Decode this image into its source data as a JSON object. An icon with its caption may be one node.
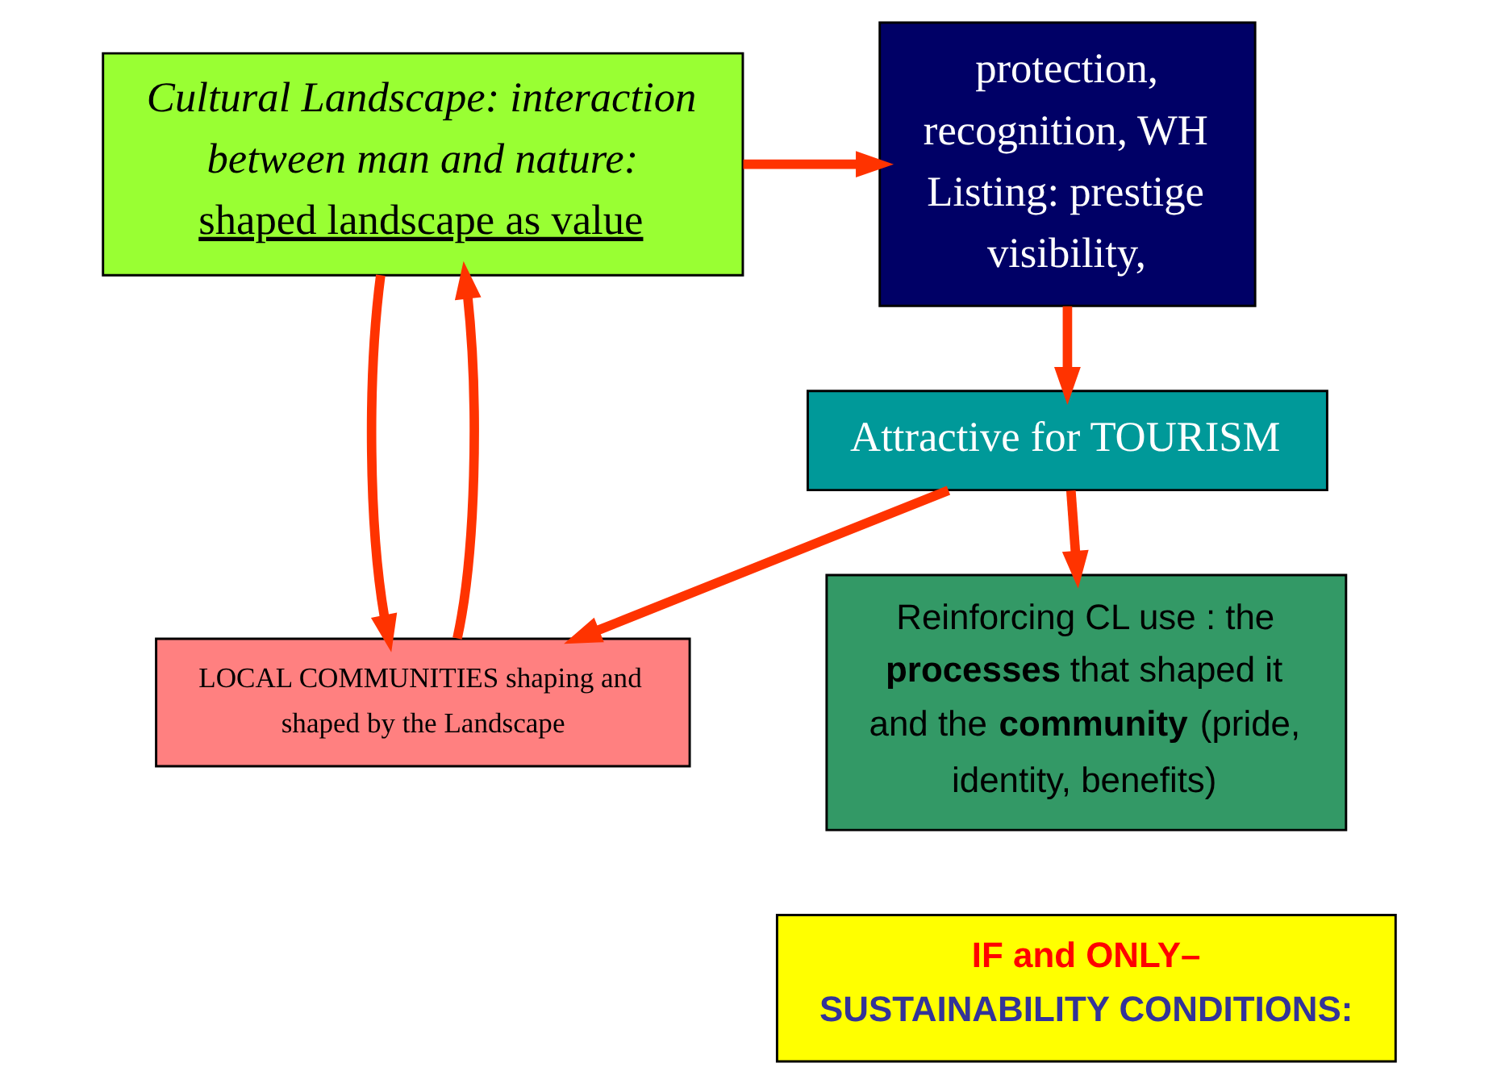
{
  "diagram": {
    "nodes": [
      {
        "text": [
          "Cultural Landscape: interaction between man and nature:",
          "shaped landscape as value"
        ]
      },
      {
        "text": [
          "protection, recognition, WH Listing: prestige visibility,"
        ]
      },
      {
        "text": [
          "LOCAL COMMUNITIES shaping and shaped by the Landscape"
        ]
      },
      {
        "text": [
          "Attractive for TOURISM"
        ]
      },
      {
        "text": [
          "Reinforcing CL use : the **processes** that shaped it and the **community** (pride, identity, benefits)"
        ]
      },
      {
        "text": [
          "IF and ONLY–",
          "SUSTAINABILITY CONDITIONS:"
        ]
      }
    ],
    "edges": [
      {
        "from": 0,
        "to": 1,
        "arrow": "to"
      },
      {
        "from": 2,
        "to": 0,
        "arrow": "to"
      },
      {
        "from": 0,
        "to": 2,
        "arrow": "to"
      },
      {
        "from": 1,
        "to": 3,
        "arrow": "to"
      },
      {
        "from": 3,
        "to": 2,
        "arrow": "to"
      },
      {
        "from": 3,
        "to": 4,
        "arrow": "to"
      }
    ]
  }
}
